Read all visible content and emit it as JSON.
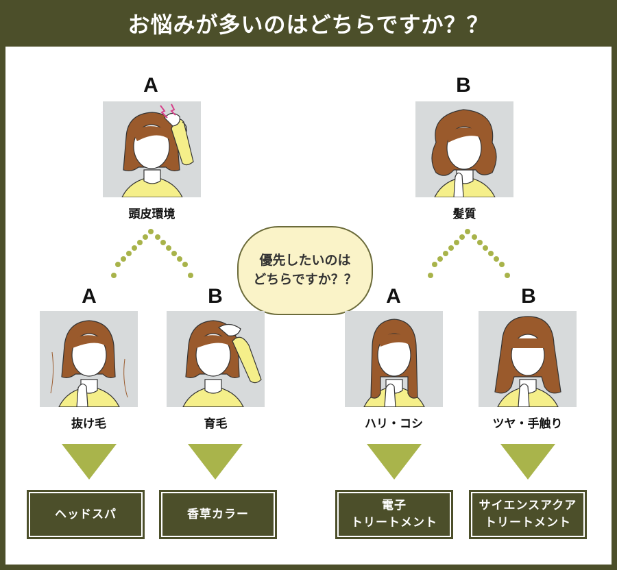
{
  "title": "お悩みが多いのはどちらですか？？",
  "center_question": {
    "line1": "優先したいのは",
    "line2": "どちらですか？？"
  },
  "top": {
    "a": {
      "letter": "A",
      "caption": "頭皮環境"
    },
    "b": {
      "letter": "B",
      "caption": "髪質"
    }
  },
  "leaves": [
    {
      "letter": "A",
      "caption": "抜け毛",
      "result": [
        "ヘッドスパ"
      ]
    },
    {
      "letter": "B",
      "caption": "育毛",
      "result": [
        "香草カラー"
      ]
    },
    {
      "letter": "A",
      "caption": "ハリ・コシ",
      "result": [
        "電子",
        "トリートメント"
      ]
    },
    {
      "letter": "B",
      "caption": "ツヤ・手触り",
      "result": [
        "サイエンスアクア",
        "トリートメント"
      ]
    }
  ],
  "colors": {
    "frame": "#4c4f2a",
    "dots": "#a8b34a",
    "arrow": "#a9b44b",
    "bubble_fill": "#faf3c8",
    "portrait_bg": "#d7dadb",
    "hair": "#9a5a2c",
    "sweater": "#f5ef8a"
  }
}
